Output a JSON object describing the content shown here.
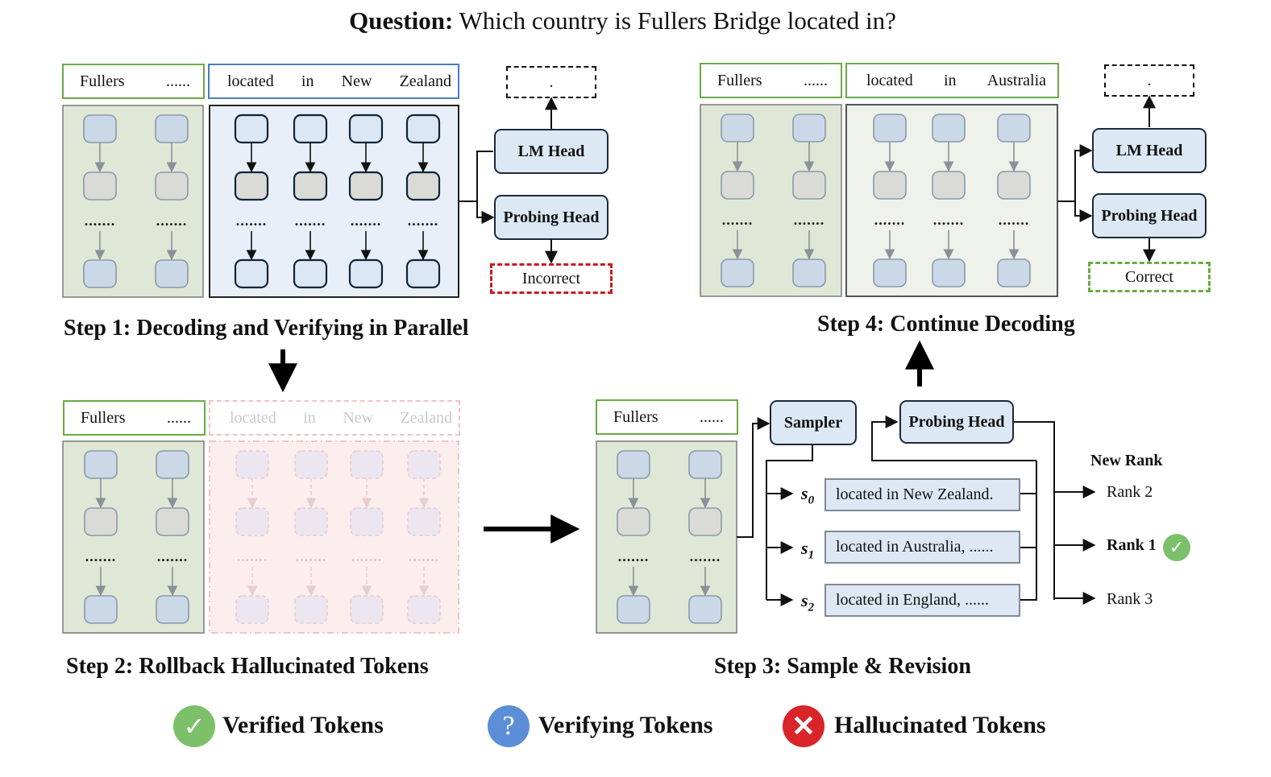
{
  "question": {
    "prefix": "Question:",
    "text": "Which country is Fullers Bridge located in?"
  },
  "steps": {
    "step1": "Step 1: Decoding and Verifying in Parallel",
    "step2": "Step 2: Rollback Hallucinated Tokens",
    "step3": "Step 3: Sample & Revision",
    "step4": "Step 4: Continue Decoding"
  },
  "tokens": {
    "prefix": [
      "Fullers",
      "......"
    ],
    "step1_new": [
      "located",
      "in",
      "New",
      "Zealand"
    ],
    "step4_new": [
      "located",
      "in",
      "Australia"
    ],
    "dots": "......."
  },
  "heads": {
    "lm": "LM Head",
    "probing": "Probing Head",
    "sampler": "Sampler"
  },
  "next_token": ".",
  "verdicts": {
    "incorrect": "Incorrect",
    "correct": "Correct"
  },
  "samples": [
    {
      "label": "s",
      "sub": "0",
      "text": "located in New Zealand."
    },
    {
      "label": "s",
      "sub": "1",
      "text": "located in Australia, ......"
    },
    {
      "label": "s",
      "sub": "2",
      "text": "located in England, ......"
    }
  ],
  "ranking": {
    "title": "New Rank",
    "ranks": [
      "Rank 2",
      "Rank 1",
      "Rank 3"
    ]
  },
  "legend": {
    "verified": "Verified Tokens",
    "verifying": "Verifying Tokens",
    "hallucinated": "Hallucinated Tokens"
  },
  "colors": {
    "verified_green": "#7cc06a",
    "verifying_blue": "#5b8ed6",
    "hallucinated_red": "#d9252a",
    "verified_panel": "#dfe8d6",
    "verifying_panel": "#e8eff8",
    "rollback_panel": "#fdeeee",
    "token_box": "#cad8e7",
    "hidden_box": "#dadbd6"
  },
  "icons": [
    "check-icon",
    "question-icon",
    "cross-icon"
  ]
}
